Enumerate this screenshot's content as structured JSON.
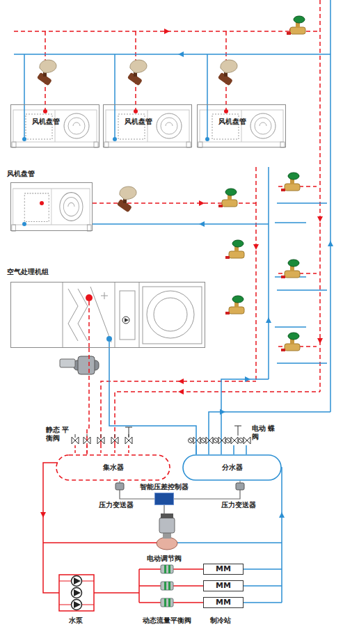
{
  "diagram": {
    "nodes": [
      {
        "text": [
          "风机盘管"
        ]
      },
      {
        "text": [
          "风机盘管"
        ]
      },
      {
        "text": [
          "风机盘管"
        ]
      },
      {
        "text": [
          "风机盘管"
        ]
      },
      {
        "text": [
          "空气处理机组"
        ]
      },
      {
        "text": [
          "集水器"
        ]
      },
      {
        "text": [
          "分水器"
        ]
      },
      {
        "text": [
          "智能压差控制器"
        ]
      },
      {
        "text": [
          "MM"
        ]
      },
      {
        "text": [
          "MM"
        ]
      },
      {
        "text": [
          "MM"
        ]
      }
    ],
    "edges": [
      {
        "from": 4,
        "to": 5,
        "arrow": "none"
      },
      {
        "from": 6,
        "to": 4,
        "arrow": "none"
      }
    ],
    "labels": [
      "静态 平衡阀",
      "电动 蝶阀",
      "压力变送器",
      "压力变送器",
      "电动调节阀",
      "水泵",
      "动态流量平衡阀",
      "制冷站"
    ]
  }
}
